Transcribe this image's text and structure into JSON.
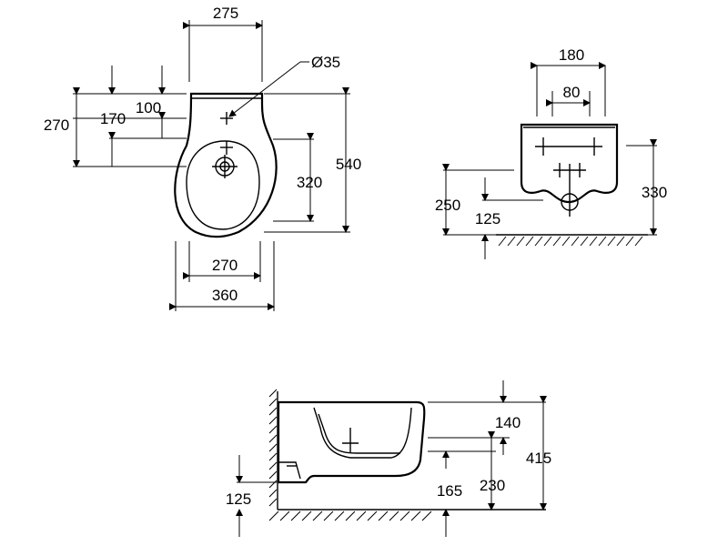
{
  "front_view": {
    "dims": {
      "top_width": "275",
      "hole_diameter": "Ø35",
      "h_270": "270",
      "h_170": "170",
      "h_100": "100",
      "height_540": "540",
      "h_320": "320",
      "inner_width": "270",
      "outer_width": "360"
    }
  },
  "side_view": {
    "dims": {
      "w_180": "180",
      "w_80": "80",
      "h_250": "250",
      "h_125": "125",
      "h_330": "330"
    }
  },
  "bottom_view": {
    "dims": {
      "h_140": "140",
      "h_415": "415",
      "h_125": "125",
      "h_165": "165",
      "h_230": "230"
    }
  },
  "colors": {
    "line": "#000000",
    "hatch": "#000000"
  }
}
